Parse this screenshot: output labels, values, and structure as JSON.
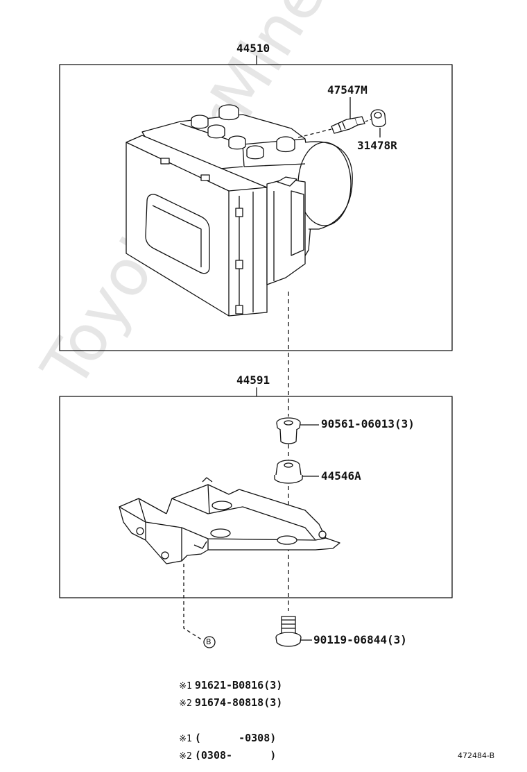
{
  "assemblies": {
    "top_number": "44510",
    "bottom_number": "44591"
  },
  "parts": {
    "p47547m": "47547M",
    "p31478r": "31478R",
    "p90561": "90561-06013(3)",
    "p44546a": "44546A",
    "p90119": "90119-06844(3)",
    "bolt_ref": "B"
  },
  "notes": {
    "mark1": "※1",
    "mark2": "※2",
    "part1": "91621-B0816(3)",
    "part2": "91674-80818(3)",
    "range1": "(      -0308)",
    "range2": "(0308-      )"
  },
  "diagram_id": "472484-B",
  "watermark": "ToyotaCarMine.ru",
  "colors": {
    "line": "#111111",
    "watermark": "#e6e6e6",
    "background": "#ffffff"
  }
}
